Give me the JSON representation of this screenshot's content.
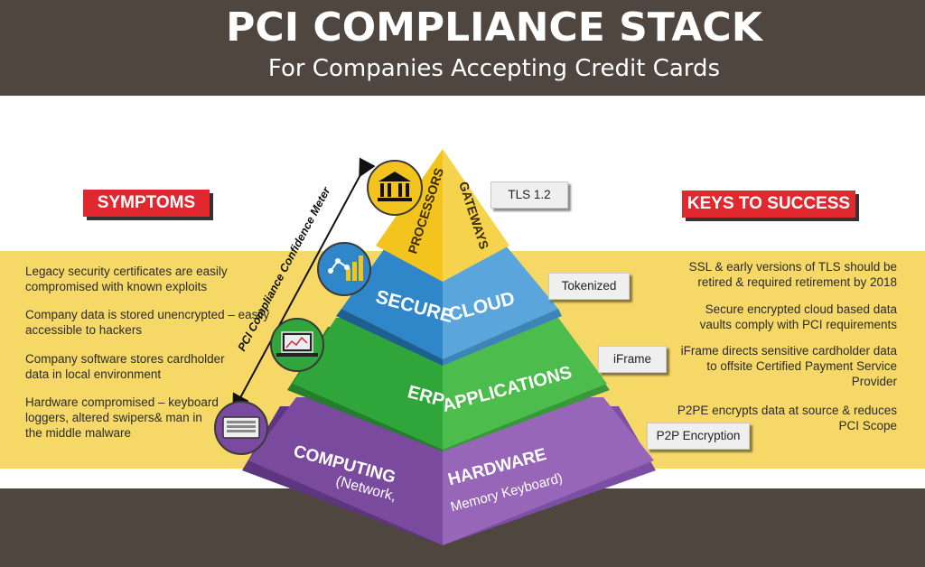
{
  "header": {
    "title": "PCI COMPLIANCE STACK",
    "subtitle": "For Companies Accepting Credit Cards"
  },
  "symptoms": {
    "label": "SYMPTOMS",
    "items": [
      {
        "line1": "Legacy security certificates are easily",
        "line2": "compromised with known exploits"
      },
      {
        "line1": "Company data is stored unencrypted – easily",
        "line2": "accessible to hackers"
      },
      {
        "line1": "Company software stores cardholder",
        "line2": "data in local environment"
      },
      {
        "line1": "Hardware compromised – keyboard",
        "line2": "loggers, altered swipers& man in",
        "line3": "the middle malware"
      }
    ]
  },
  "keys": {
    "label": "KEYS TO SUCCESS",
    "items": [
      {
        "line1": "SSL & early versions of TLS should be",
        "line2": "retired & required retirement by 2018"
      },
      {
        "line1": "Secure encrypted cloud based data",
        "line2": "vaults comply with PCI requirements"
      },
      {
        "line1": "iFrame directs sensitive cardholder data",
        "line2": "to offsite Certified Payment Service",
        "line3": "Provider"
      },
      {
        "line1": "P2PE encrypts data at source & reduces",
        "line2": "PCI Scope"
      }
    ]
  },
  "pyramid": {
    "meter_label": "PCI Compliance Confidence Meter",
    "layers": [
      {
        "left": "PROCESSORS",
        "right": "GATEWAYS",
        "tag": "TLS 1.2",
        "icon": "bank-icon",
        "left_color": "#f2c41d",
        "right_color": "#f6d34d"
      },
      {
        "left": "SECURE",
        "right": "CLOUD",
        "tag": "Tokenized",
        "icon": "chart-icon",
        "left_color": "#2f86c8",
        "right_color": "#5aa6dc"
      },
      {
        "left": "ERP",
        "right": "APPLICATIONS",
        "tag": "iFrame",
        "icon": "laptop-icon",
        "left_color": "#2fa53a",
        "right_color": "#4cbd4c"
      },
      {
        "left_line1": "COMPUTING",
        "left_line2": "(Network,",
        "right_line1": "HARDWARE",
        "right_line2": "Memory Keyboard)",
        "tag": "P2P Encryption",
        "icon": "keyboard-icon",
        "left_color": "#7a4a9e",
        "right_color": "#9866b8"
      }
    ]
  },
  "colors": {
    "dark_band": "#4f463f",
    "yellow_band": "#f6d867",
    "ribbon_red": "#e0282e"
  }
}
